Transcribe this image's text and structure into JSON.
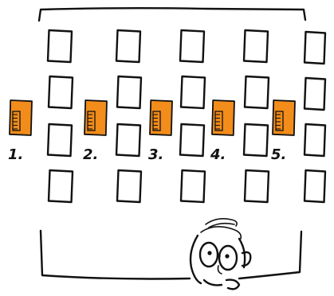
{
  "colors": {
    "ink": "#111111",
    "highlight": "#F28C1A",
    "background": "#ffffff"
  },
  "grid": {
    "columns": 5,
    "rows": 4,
    "extra_right_column_rows": 4
  },
  "markers": [
    {
      "label": "1.",
      "glyph": "ruler-icon"
    },
    {
      "label": "2.",
      "glyph": "ruler-icon"
    },
    {
      "label": "3.",
      "glyph": "ruler-icon"
    },
    {
      "label": "4.",
      "glyph": "ruler-icon"
    },
    {
      "label": "5.",
      "glyph": "ruler-icon"
    }
  ],
  "figure": {
    "glyph": "face-with-glasses-icon"
  }
}
